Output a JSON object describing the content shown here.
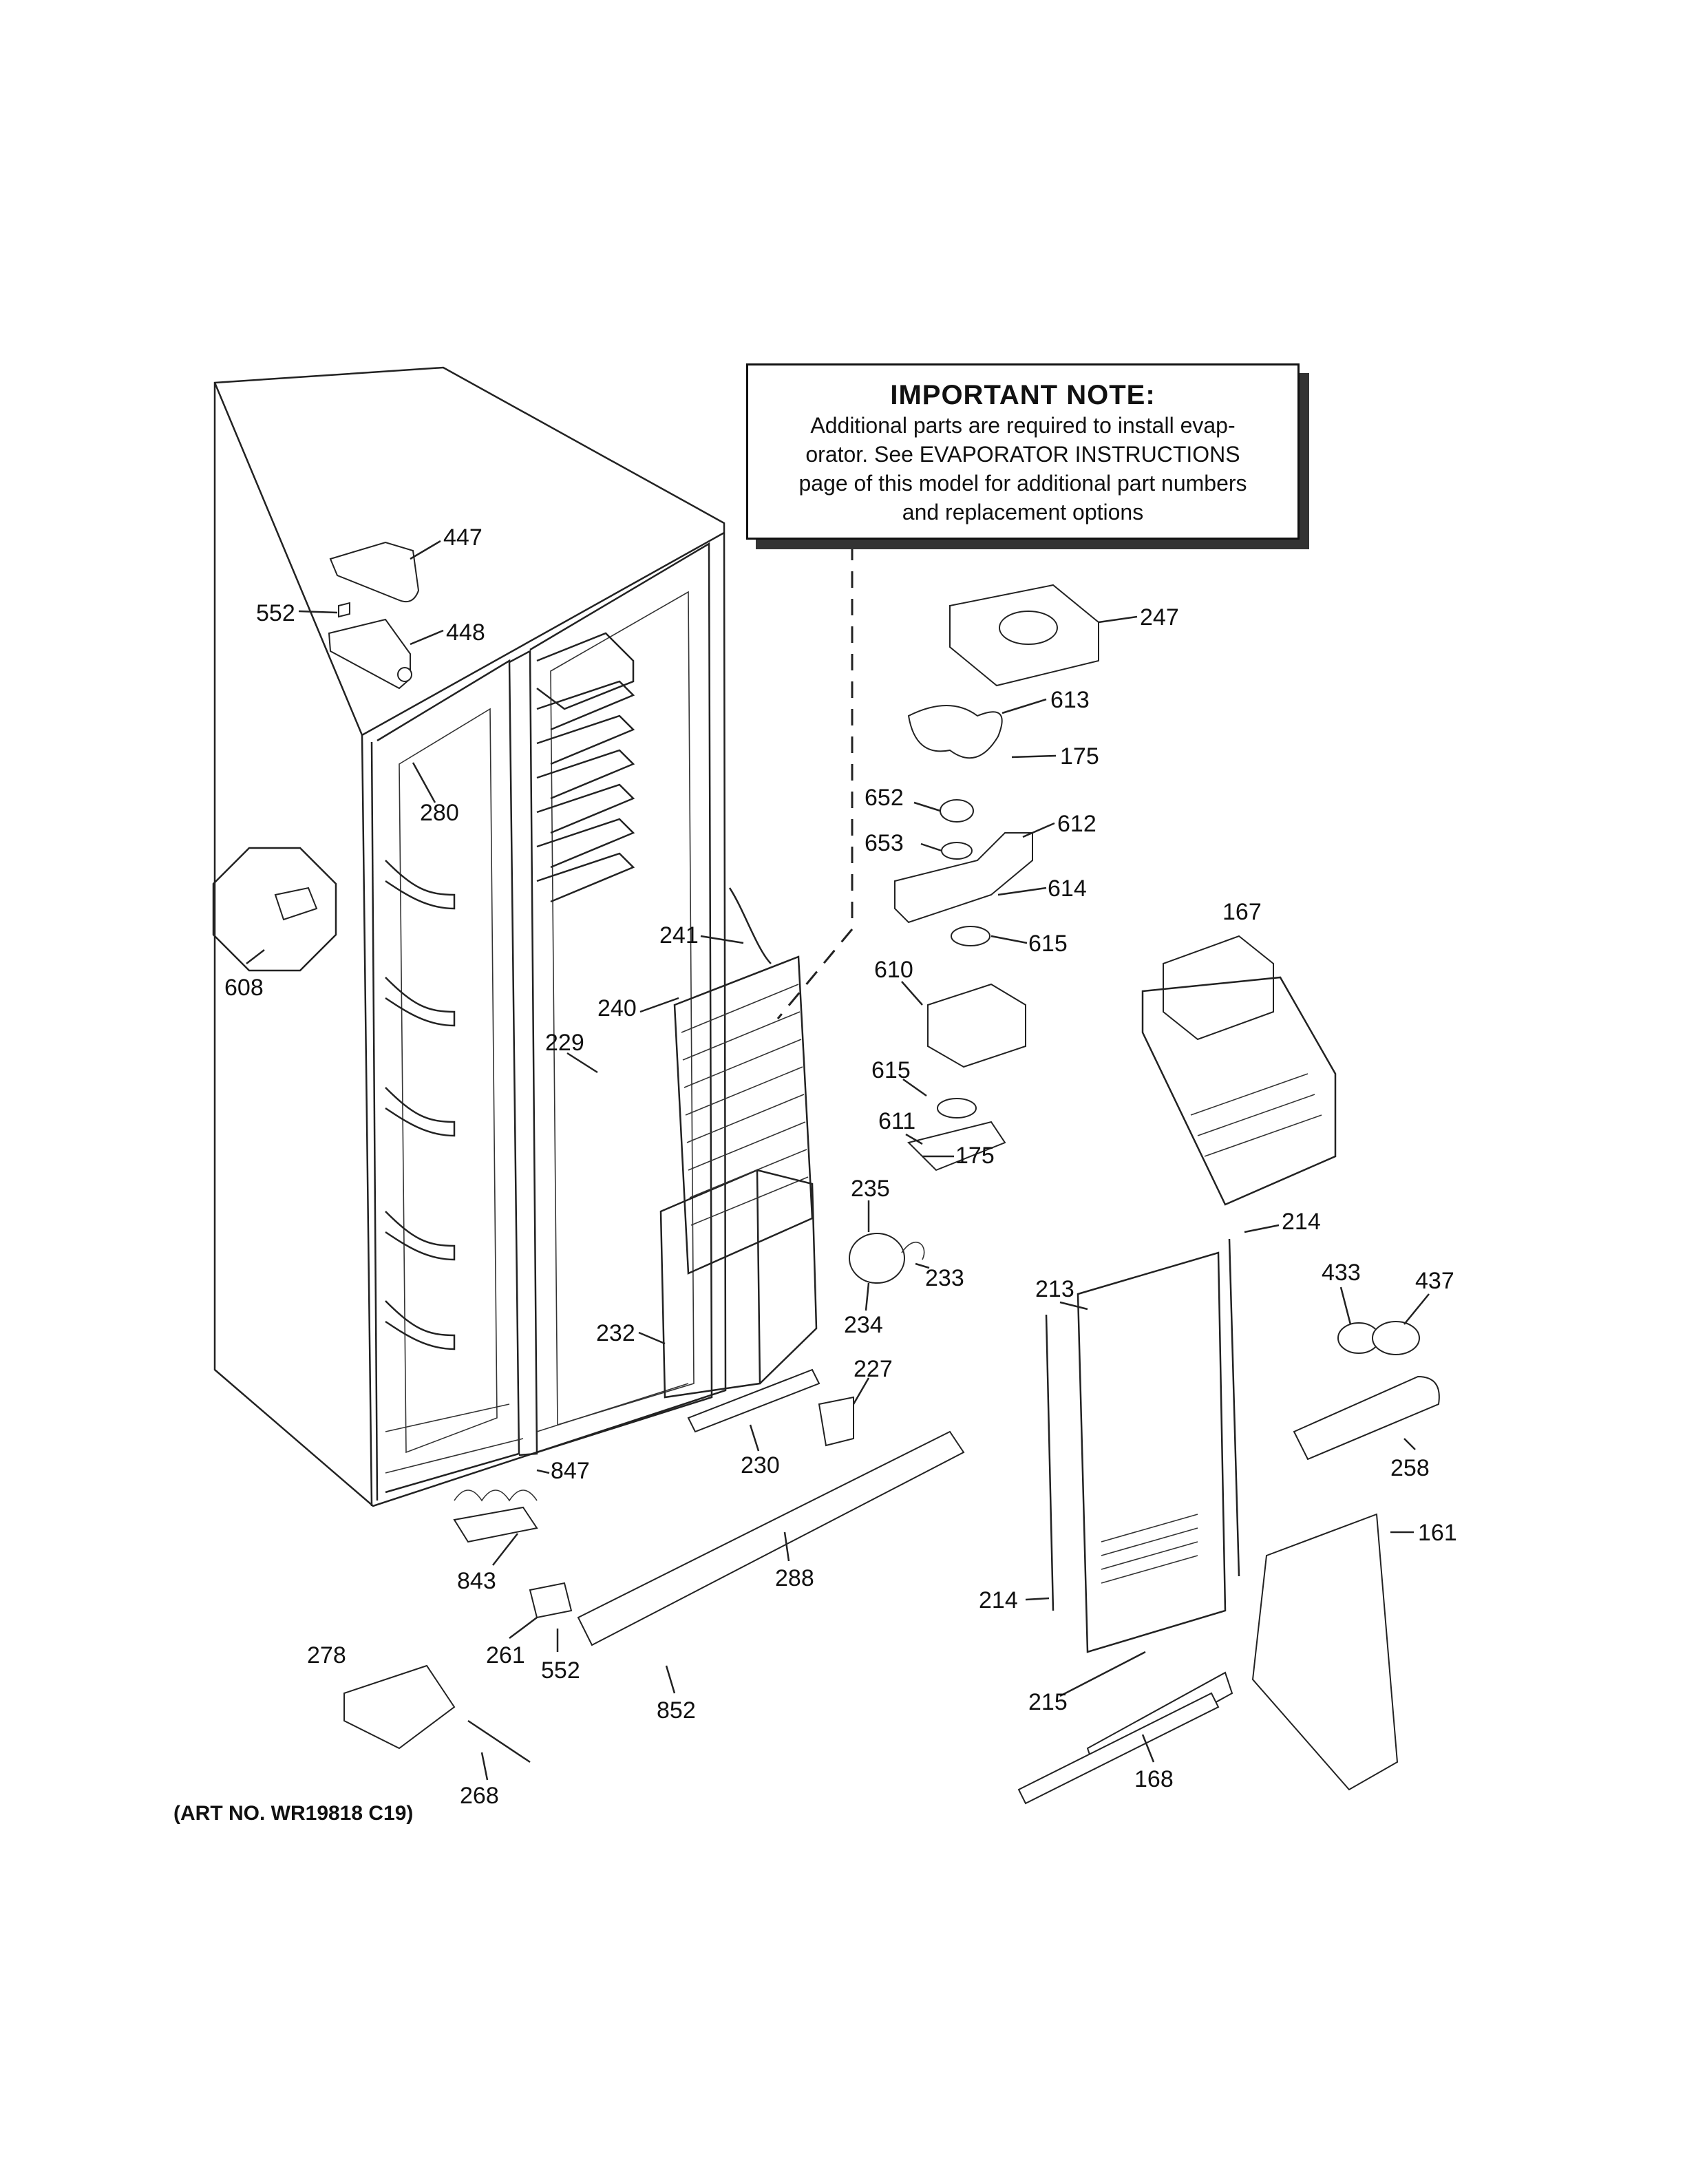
{
  "note": {
    "title": "IMPORTANT NOTE:",
    "lines": [
      "Additional parts are required to install evap-",
      "orator.  See EVAPORATOR INSTRUCTIONS",
      "page of this model for additional part numbers",
      "and replacement options"
    ]
  },
  "art_number": "(ART NO. WR19818 C19)",
  "callouts": [
    {
      "id": "447",
      "text": "447"
    },
    {
      "id": "552a",
      "text": "552"
    },
    {
      "id": "448",
      "text": "448"
    },
    {
      "id": "280",
      "text": "280"
    },
    {
      "id": "608",
      "text": "608"
    },
    {
      "id": "247",
      "text": "247"
    },
    {
      "id": "613",
      "text": "613"
    },
    {
      "id": "175a",
      "text": "175"
    },
    {
      "id": "652",
      "text": "652"
    },
    {
      "id": "653",
      "text": "653"
    },
    {
      "id": "612",
      "text": "612"
    },
    {
      "id": "614",
      "text": "614"
    },
    {
      "id": "615a",
      "text": "615"
    },
    {
      "id": "241",
      "text": "241"
    },
    {
      "id": "240",
      "text": "240"
    },
    {
      "id": "610",
      "text": "610"
    },
    {
      "id": "229",
      "text": "229"
    },
    {
      "id": "615b",
      "text": "615"
    },
    {
      "id": "611",
      "text": "611"
    },
    {
      "id": "175b",
      "text": "175"
    },
    {
      "id": "167",
      "text": "167"
    },
    {
      "id": "235",
      "text": "235"
    },
    {
      "id": "233",
      "text": "233"
    },
    {
      "id": "234",
      "text": "234"
    },
    {
      "id": "214a",
      "text": "214"
    },
    {
      "id": "213",
      "text": "213"
    },
    {
      "id": "433",
      "text": "433"
    },
    {
      "id": "437",
      "text": "437"
    },
    {
      "id": "232",
      "text": "232"
    },
    {
      "id": "227",
      "text": "227"
    },
    {
      "id": "230",
      "text": "230"
    },
    {
      "id": "258",
      "text": "258"
    },
    {
      "id": "847",
      "text": "847"
    },
    {
      "id": "161",
      "text": "161"
    },
    {
      "id": "843",
      "text": "843"
    },
    {
      "id": "288",
      "text": "288"
    },
    {
      "id": "214b",
      "text": "214"
    },
    {
      "id": "261",
      "text": "261"
    },
    {
      "id": "552b",
      "text": "552"
    },
    {
      "id": "278",
      "text": "278"
    },
    {
      "id": "852",
      "text": "852"
    },
    {
      "id": "215",
      "text": "215"
    },
    {
      "id": "168",
      "text": "168"
    },
    {
      "id": "268",
      "text": "268"
    }
  ]
}
